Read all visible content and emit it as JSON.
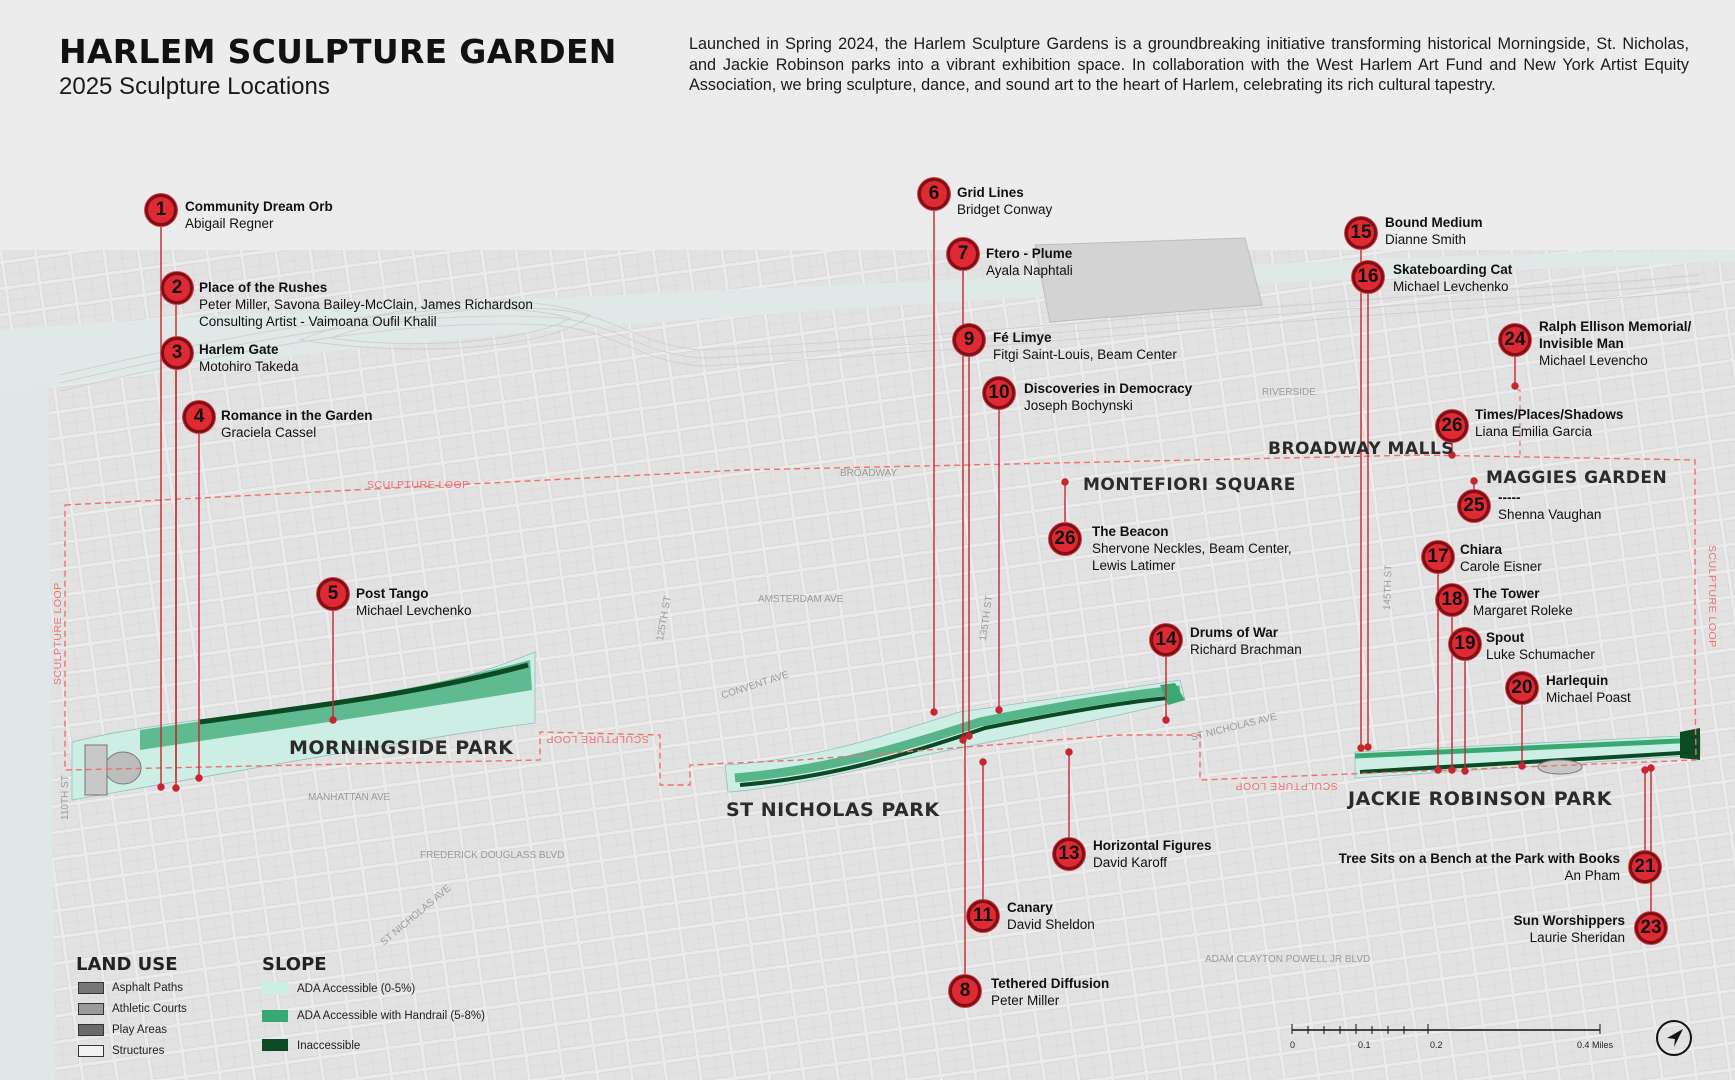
{
  "header": {
    "title": "HARLEM SCULPTURE GARDEN",
    "subtitle": "2025 Sculpture Locations",
    "intro": "Launched in Spring 2024, the Harlem Sculpture Gardens is a groundbreaking initiative transforming historical Morningside, St. Nicholas, and Jackie Robinson parks into a vibrant exhibition space. In collaboration with the West Harlem Art Fund and New York Artist Equity Association, we bring sculpture, dance, and sound art to the heart of Harlem, celebrating its rich cultural tapestry."
  },
  "parks": {
    "morningside": "MORNINGSIDE PARK",
    "st_nicholas": "ST NICHOLAS PARK",
    "jackie_robinson": "JACKIE ROBINSON PARK",
    "montefiori": "MONTEFIORI SQUARE",
    "broadway_malls": "BROADWAY MALLS",
    "maggies": "MAGGIES GARDEN"
  },
  "loop_label": "SCULPTURE LOOP",
  "streets": {
    "s110": "110TH ST",
    "broadway": "BROADWAY",
    "amsterdam": "AMSTERDAM AVE",
    "convent": "CONVENT AVE",
    "manhattan": "MANHATTAN AVE",
    "frederick": "FREDERICK DOUGLASS BLVD",
    "st_nicholas_ave": "ST NICHOLAS AVE",
    "st_nicholas_ave2": "ST NICHOLAS AVE",
    "adam": "ADAM CLAYTON POWELL JR BLVD",
    "s125": "125TH ST",
    "s145": "145TH ST",
    "s135": "135TH ST",
    "riverside": "RIVERSIDE"
  },
  "sculptures": [
    {
      "num": "1",
      "title": "Community Dream Orb",
      "artist": "Abigail Regner"
    },
    {
      "num": "2",
      "title": "Place of the Rushes",
      "artist": "Peter Miller, Savona Bailey-McClain, James Richardson",
      "artist2": "Consulting Artist - Vaimoana Oufil Khalil"
    },
    {
      "num": "3",
      "title": "Harlem Gate",
      "artist": "Motohiro Takeda"
    },
    {
      "num": "4",
      "title": "Romance in the Garden",
      "artist": "Graciela Cassel"
    },
    {
      "num": "5",
      "title": "Post Tango",
      "artist": "Michael Levchenko"
    },
    {
      "num": "6",
      "title": "Grid Lines",
      "artist": "Bridget Conway"
    },
    {
      "num": "7",
      "title": "Ftero - Plume",
      "artist": "Ayala Naphtali"
    },
    {
      "num": "9",
      "title": "Fé Limye",
      "artist": "Fitgi Saint-Louis, Beam Center"
    },
    {
      "num": "10",
      "title": "Discoveries in Democracy",
      "artist": "Joseph Bochynski"
    },
    {
      "num": "26",
      "title": "The Beacon",
      "artist": "Shervone Neckles, Beam Center,",
      "artist2": "Lewis Latimer"
    },
    {
      "num": "14",
      "title": "Drums of War",
      "artist": "Richard Brachman"
    },
    {
      "num": "13",
      "title": "Horizontal Figures",
      "artist": "David Karoff"
    },
    {
      "num": "11",
      "title": "Canary",
      "artist": "David Sheldon"
    },
    {
      "num": "8",
      "title": "Tethered Diffusion",
      "artist": "Peter Miller"
    },
    {
      "num": "15",
      "title": "Bound Medium",
      "artist": "Dianne Smith"
    },
    {
      "num": "16",
      "title": "Skateboarding Cat",
      "artist": "Michael Levchenko"
    },
    {
      "num": "24",
      "title": "Ralph Ellison Memorial/",
      "title2": "Invisible Man",
      "artist": "Michael Levencho"
    },
    {
      "num": "26",
      "title": "Times/Places/Shadows",
      "artist": "Liana Emilia Garcia"
    },
    {
      "num": "25",
      "title": "-----",
      "artist": "Shenna Vaughan"
    },
    {
      "num": "17",
      "title": "Chiara",
      "artist": "Carole Eisner"
    },
    {
      "num": "18",
      "title": "The Tower",
      "artist": "Margaret Roleke"
    },
    {
      "num": "19",
      "title": "Spout",
      "artist": "Luke Schumacher"
    },
    {
      "num": "20",
      "title": "Harlequin",
      "artist": "Michael Poast"
    },
    {
      "num": "21",
      "title": "Tree Sits on a Bench at the Park with Books",
      "artist": "An Pham"
    },
    {
      "num": "23",
      "title": "Sun Worshippers",
      "artist": "Laurie Sheridan"
    }
  ],
  "legend": {
    "land_use_title": "LAND USE",
    "land_use": [
      "Asphalt Paths",
      "Athletic Courts",
      "Play Areas",
      "Structures"
    ],
    "slope_title": "SLOPE",
    "slope": [
      "ADA Accessible (0-5%)",
      "ADA Accessible with Handrail (5-8%)",
      "Inaccessible"
    ],
    "colors": {
      "ada": "#cdeee5",
      "handrail": "#3aa872",
      "inaccessible": "#0b4a24",
      "marker": "#e02a33",
      "loop": "#ef6f6f"
    }
  },
  "scale": {
    "ticks": [
      "0",
      "0.1",
      "0.2",
      "0.4 Miles"
    ]
  }
}
